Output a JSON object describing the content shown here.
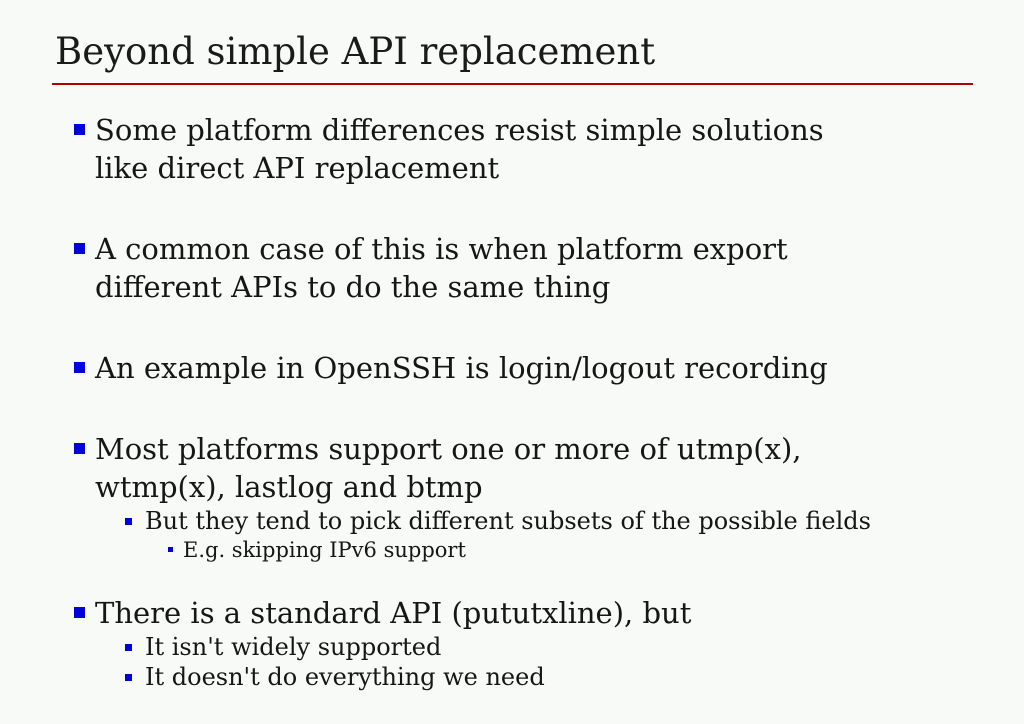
{
  "slide": {
    "title": "Beyond simple API replacement",
    "colors": {
      "background": "#f7faf7",
      "title_rule": "#b00000",
      "bullet": "#0000dd",
      "text": "#161616"
    },
    "bullets": [
      {
        "level": 1,
        "lines": [
          "Some platform differences resist simple solutions",
          "like direct API replacement"
        ]
      },
      {
        "level": 1,
        "lines": [
          "A common case of this is when platform export",
          "different APIs to do the same thing"
        ]
      },
      {
        "level": 1,
        "lines": [
          "An example in OpenSSH is login/logout recording"
        ]
      },
      {
        "level": 1,
        "lines": [
          "Most platforms support one or more of utmp(x),",
          "wtmp(x), lastlog and btmp"
        ]
      },
      {
        "level": 2,
        "lines": [
          "But they tend to pick different subsets of the possible fields"
        ]
      },
      {
        "level": 3,
        "lines": [
          "E.g. skipping IPv6 support"
        ]
      },
      {
        "level": 1,
        "lines": [
          "There is a standard API (pututxline), but"
        ]
      },
      {
        "level": 2,
        "lines": [
          "It isn't widely supported"
        ]
      },
      {
        "level": 2,
        "lines": [
          "It doesn't do everything we need"
        ]
      }
    ]
  }
}
